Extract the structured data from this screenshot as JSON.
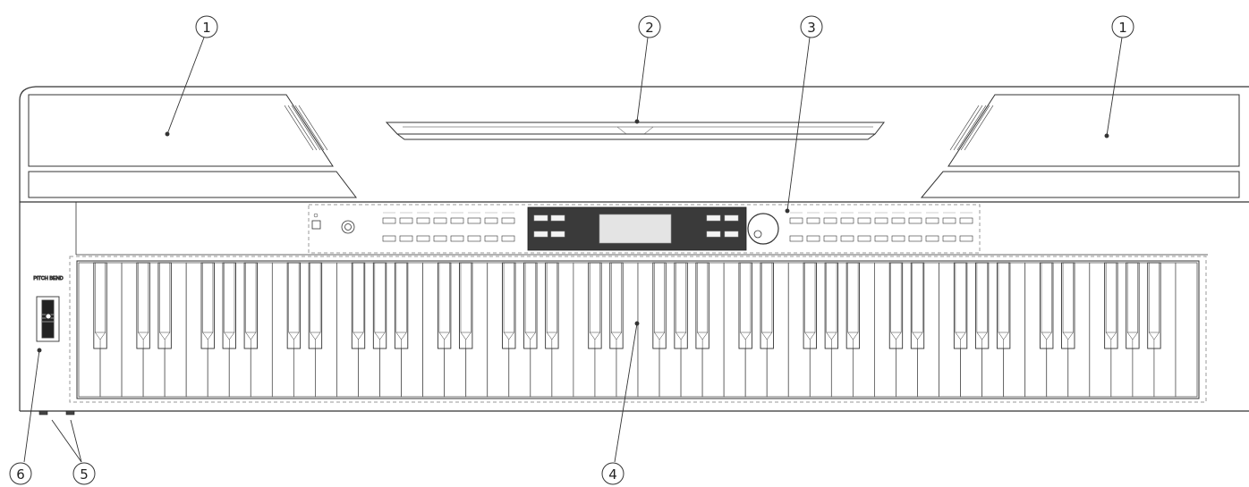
{
  "callouts": [
    {
      "id": "speaker-left",
      "label": "1"
    },
    {
      "id": "music-rest",
      "label": "2"
    },
    {
      "id": "control-panel",
      "label": "3"
    },
    {
      "id": "speaker-right",
      "label": "1"
    },
    {
      "id": "keyboard",
      "label": "4"
    },
    {
      "id": "jacks",
      "label": "5"
    },
    {
      "id": "pitch-bend",
      "label": "6"
    }
  ],
  "panel": {
    "pitch_bend_label": "PITCH BEND"
  },
  "keyboard": {
    "white_keys": 52
  },
  "colors": {
    "line": "#333333",
    "dashed": "#9a9a9a",
    "key_outline": "#555555",
    "black_key": "#2a2a2a",
    "display": "#3a3a3a"
  }
}
